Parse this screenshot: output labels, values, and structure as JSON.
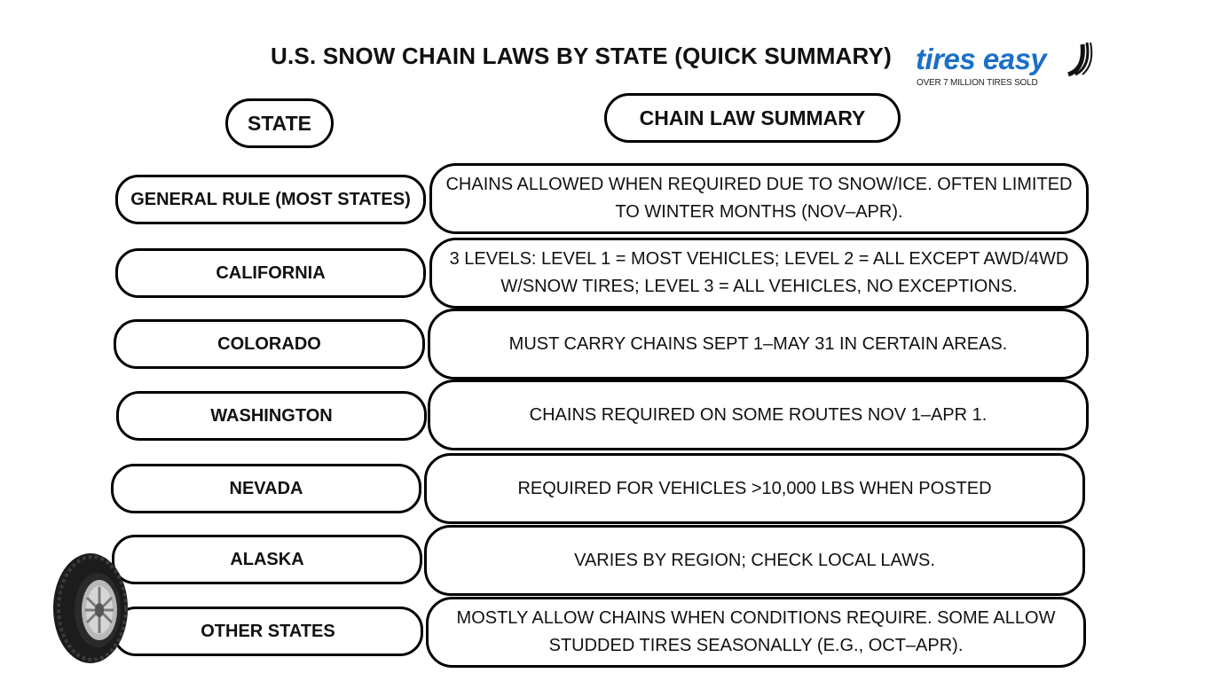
{
  "title": "U.S. SNOW CHAIN LAWS BY STATE (QUICK SUMMARY)",
  "logo": {
    "wordmark": "tires easy",
    "tagline": "OVER 7 MILLION TIRES SOLD",
    "color": "#1b70c7"
  },
  "table": {
    "headers": {
      "state": "STATE",
      "summary": "CHAIN LAW SUMMARY"
    },
    "rows": [
      {
        "state": "GENERAL RULE (MOST STATES)",
        "summary": "CHAINS ALLOWED WHEN REQUIRED DUE TO SNOW/ICE. OFTEN LIMITED TO WINTER MONTHS (NOV–APR)."
      },
      {
        "state": "CALIFORNIA",
        "summary": "3 LEVELS: LEVEL 1 = MOST VEHICLES; LEVEL 2 = ALL EXCEPT AWD/4WD W/SNOW TIRES; LEVEL 3 = ALL VEHICLES, NO EXCEPTIONS."
      },
      {
        "state": "COLORADO",
        "summary": "MUST CARRY CHAINS SEPT 1–MAY 31 IN CERTAIN AREAS."
      },
      {
        "state": "WASHINGTON",
        "summary": "CHAINS REQUIRED ON SOME ROUTES NOV 1–APR 1."
      },
      {
        "state": "NEVADA",
        "summary": "REQUIRED FOR VEHICLES >10,000 LBS WHEN POSTED"
      },
      {
        "state": "ALASKA",
        "summary": "VARIES BY REGION; CHECK LOCAL LAWS."
      },
      {
        "state": "OTHER STATES",
        "summary": "MOSTLY ALLOW CHAINS WHEN CONDITIONS REQUIRE. SOME ALLOW STUDDED TIRES SEASONALLY (E.G., OCT–APR)."
      }
    ]
  }
}
